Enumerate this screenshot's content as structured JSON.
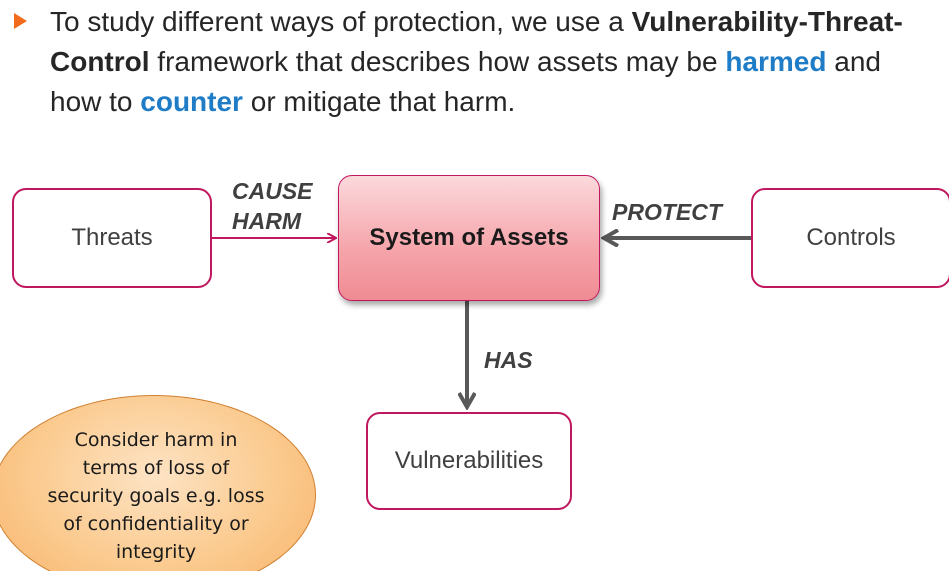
{
  "bullet": {
    "part1": "To study different ways of protection, we use a ",
    "bold_term": "Vulnerability-Threat-Control",
    "part2": " framework that describes how assets may be ",
    "harmed": "harmed",
    "part3": " and how to ",
    "counter": "counter",
    "part4": " or mitigate that harm."
  },
  "diagram": {
    "threats": "Threats",
    "assets": "System of Assets",
    "controls": "Controls",
    "vulnerabilities": "Vulnerabilities",
    "edge_cause_harm_line1": "CAUSE",
    "edge_cause_harm_line2": "HARM",
    "edge_protect": "PROTECT",
    "edge_has": "HAS"
  },
  "callout": {
    "line1": "Consider harm in",
    "line2": "terms of loss of",
    "line3": "security goals e.g. loss",
    "line4": "of confidentiality or",
    "line5": "integrity"
  },
  "colors": {
    "accent_blue": "#1f7cc6",
    "bullet_orange": "#f26a1b",
    "box_border": "#c0185e",
    "assets_fill": "#f5a4aa",
    "callout_fill": "#fbca8e",
    "arrow_gray": "#595959"
  }
}
